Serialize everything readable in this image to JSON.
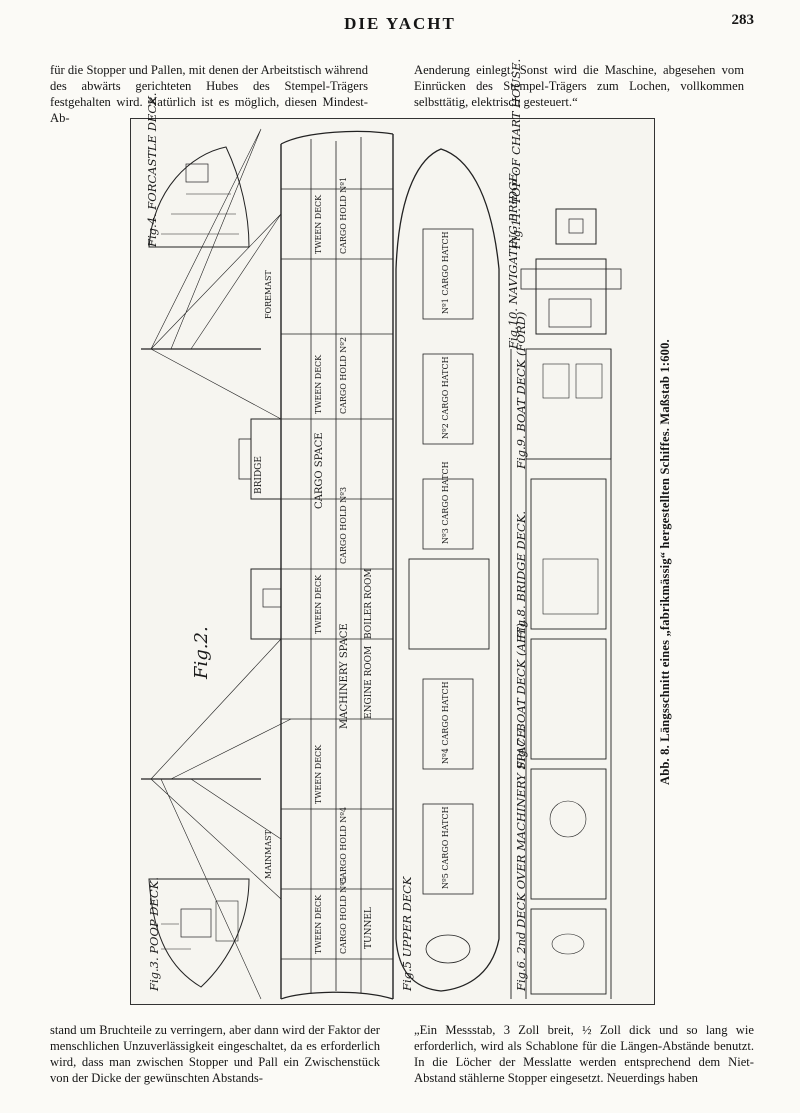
{
  "header": {
    "running_title": "DIE YACHT",
    "page_number": "283"
  },
  "text": {
    "top_left": "für die Stopper und Pallen, mit denen der Arbeitstisch während des abwärts gerichteten Hubes des Stempel-Trägers festgehalten wird. Natürlich ist es möglich, diesen Mindest-Ab-",
    "top_right": "Aenderung einlegt. Sonst wird die Maschine, abgesehen vom Einrücken des Stempel-Trägers zum Lochen, vollkommen selbsttätig, elektrisch gesteuert.“",
    "bottom_left": "stand um Bruchteile zu verringern, aber dann wird der Faktor der menschlichen Unzuverlässigkeit eingeschaltet, da es erforderlich wird, dass man zwischen Stopper und Pall ein Zwischenstück von der Dicke der gewünschten Abstands-",
    "bottom_right": "„Ein Messstab, 3 Zoll breit, ½ Zoll dick und so lang wie erforderlich, wird als Schablone für die Längen-Abstände benutzt. In die Löcher der Messlatte werden entsprechend dem Niet-Abstand stählerne Stopper eingesetzt. Neuerdings haben"
  },
  "figure": {
    "caption": "Abb. 8. Längsschnitt eines „fabrikmässig“ hergestellten Schiffes. Maßstab 1:600.",
    "labels": {
      "fig4": "Fig.4. FORCASTLE DECK.",
      "fig2": "Fig.2.",
      "fig3": "Fig.3. POOP DECK.",
      "fig5": "Fig.5 UPPER DECK",
      "fig6": "Fig.6. 2nd DECK OVER MACHINERY SPACE.",
      "fig7": "Fig.7. BOAT DECK (AFT).",
      "fig8": "Fig.8. BRIDGE DECK.",
      "fig9": "Fig.9. BOAT DECK (FORD)",
      "fig10": "Fig.10. NAVIGATING BRIDGE.",
      "fig11": "Fig.11. TOP OF CHART HOUSE.",
      "cargo_space": "CARGO SPACE",
      "machinery_space": "MACHINERY SPACE",
      "hatch_labels": [
        "Nº1 CARGO HATCH",
        "Nº2 CARGO HATCH",
        "Nº3 CARGO HATCH",
        "Nº4 CARGO HATCH",
        "Nº5 CARGO HATCH"
      ],
      "hold_labels": [
        "CARGO HOLD Nº1",
        "CARGO HOLD Nº2",
        "CARGO HOLD Nº3",
        "CARGO HOLD Nº4",
        "CARGO HOLD Nº5"
      ],
      "tween_labels": [
        "TWEEN DECK",
        "TWEEN DECK",
        "TWEEN DECK",
        "TWEEN DECK",
        "TWEEN DECK"
      ],
      "engine_room": "ENGINE ROOM",
      "boiler_room": "BOILER ROOM",
      "tunnel": "TUNNEL",
      "bridge": "BRIDGE",
      "foremast": "FOREMAST",
      "mainmast": "MAINMAST"
    }
  }
}
